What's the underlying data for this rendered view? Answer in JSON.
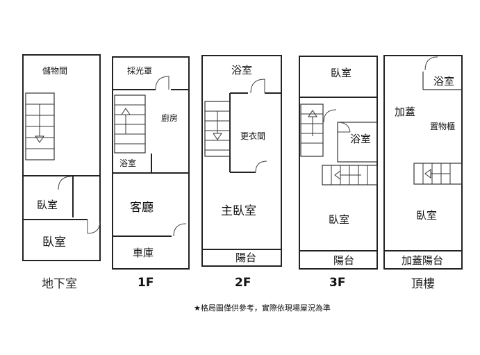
{
  "floors": [
    {
      "key": "b1",
      "label": "地下室",
      "rooms": [
        "儲物間",
        "臥室",
        "臥室"
      ]
    },
    {
      "key": "f1",
      "label": "1F",
      "rooms": [
        "採光罩",
        "廚房",
        "浴室",
        "客廳",
        "車庫"
      ]
    },
    {
      "key": "f2",
      "label": "2F",
      "rooms": [
        "浴室",
        "更衣間",
        "主臥室",
        "陽台"
      ]
    },
    {
      "key": "f3",
      "label": "3F",
      "rooms": [
        "臥室",
        "浴室",
        "臥室",
        "陽台"
      ]
    },
    {
      "key": "roof",
      "label": "頂樓",
      "rooms": [
        "浴室",
        "加蓋",
        "置物櫃",
        "臥室",
        "加蓋陽台"
      ]
    }
  ],
  "note": "★格局圖僅供參考，實際依現場屋況為準"
}
